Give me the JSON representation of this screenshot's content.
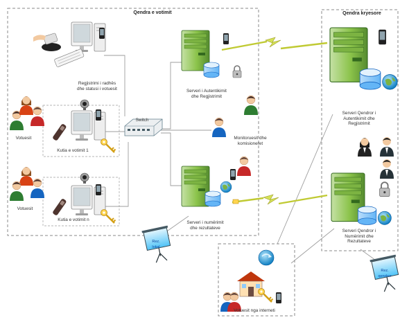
{
  "diagram": {
    "zones": {
      "voting_center": "Qendra e votimit",
      "central": "Qendra kryesore",
      "internet": "Votuesit nga interneti"
    },
    "labels": {
      "registration": "Regjistrimi i radhës\ndhe statusi i votuesit",
      "voters_top": "Votuesit",
      "booth_1": "Kutia e votimit 1",
      "voters_bottom": "Votuesit",
      "booth_n": "Kutia e votimit n",
      "switch": "Switch",
      "auth_server": "Serveri i Autentikimit\ndhe Regjistrimit",
      "monitors": "Monitoruesit dhe\nkomisioneret",
      "count_server": "Serveri i numërimit\ndhe rezultateve",
      "central_auth_server": "Serveri Qendror i\nAutentikimit dhe\nRegjistrimit",
      "central_count_server": "Serveri Qendror i\nNumërimit dhe\nRezultateve",
      "screen_left": "Rez.\nlokal",
      "screen_right": "Rez.\nqendror"
    }
  },
  "colors": {
    "server": "#9ccc65",
    "server_dark": "#558b2f",
    "disk": "#90caf9",
    "lightning": "#cddc39",
    "monitor": "#e0e0e0",
    "screen": "#4fc3f7",
    "key": "#d4b106",
    "lock": "#9e9e9e"
  },
  "icons": [
    "computer-icon",
    "card-reader-icon",
    "keyboard-icon",
    "webcam-icon",
    "key-icon",
    "lock-icon",
    "server-icon",
    "database-icon",
    "globe-icon",
    "person-icon",
    "projection-screen-icon",
    "house-icon",
    "switch-icon",
    "lightning-icon",
    "phone-icon"
  ]
}
